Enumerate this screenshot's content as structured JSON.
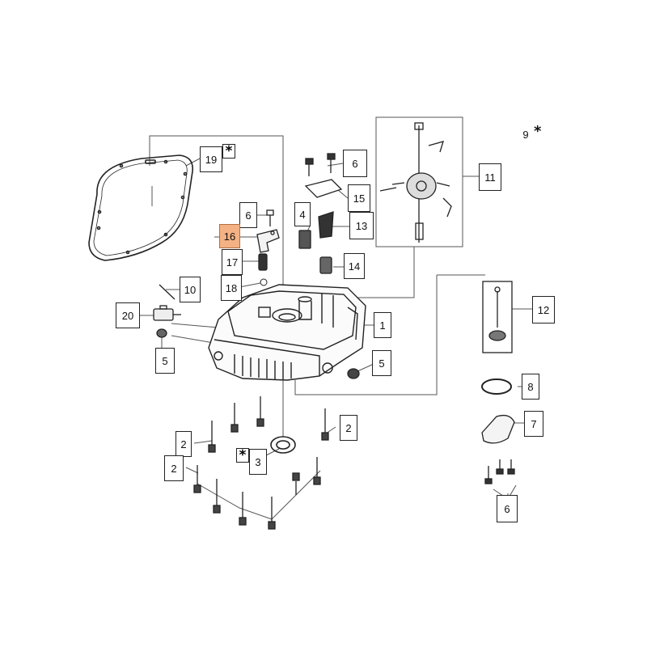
{
  "callouts": {
    "c1": "1",
    "c2a": "2",
    "c2b": "2",
    "c2c": "2",
    "c3": "3",
    "c4": "4",
    "c5a": "5",
    "c5b": "5",
    "c6a": "6",
    "c6b": "6",
    "c6c": "6",
    "c7": "7",
    "c8": "8",
    "c9": "9",
    "c10": "10",
    "c11": "11",
    "c12": "12",
    "c13": "13",
    "c14": "14",
    "c15": "15",
    "c16": "16",
    "c17": "17",
    "c18": "18",
    "c19": "19",
    "c20": "20"
  },
  "marks": {
    "asterisk": "*"
  },
  "colors": {
    "highlight": "#f4b183",
    "line": "#222222"
  }
}
